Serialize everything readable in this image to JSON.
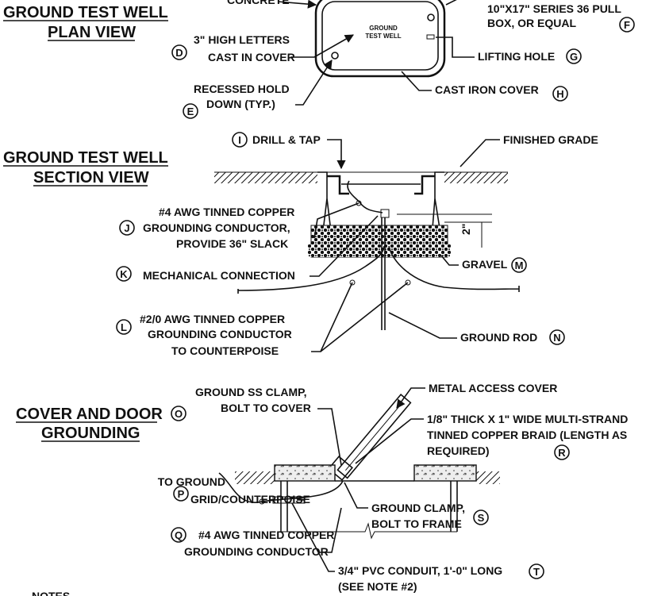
{
  "plan": {
    "title_line1": "GROUND TEST WELL",
    "title_line2": "PLAN VIEW",
    "concrete": "CONCRETE",
    "pull_box_line1": "10\"X17\" SERIES 36 PULL",
    "pull_box_line2": "BOX, OR EQUAL",
    "tag_f": "F",
    "cover_text_line1": "GROUND",
    "cover_text_line2": "TEST WELL",
    "letters_line1": "3\" HIGH LETTERS",
    "letters_line2": "CAST IN COVER",
    "tag_d": "D",
    "lifting_hole": "LIFTING HOLE",
    "tag_g": "G",
    "recessed_line1": "RECESSED HOLD",
    "recessed_line2": "DOWN (TYP.)",
    "tag_e": "E",
    "cast_iron": "CAST IRON COVER",
    "tag_h": "H"
  },
  "section": {
    "title_line1": "GROUND TEST WELL",
    "title_line2": "SECTION VIEW",
    "drill_tap": "DRILL & TAP",
    "tag_i": "I",
    "finished_grade": "FINISHED GRADE",
    "awg4_line1": "#4 AWG TINNED COPPER",
    "awg4_line2": "GROUNDING CONDUCTOR,",
    "awg4_line3": "PROVIDE 36\" SLACK",
    "tag_j": "J",
    "dim_2": "2\"",
    "gravel": "GRAVEL",
    "tag_m": "M",
    "mech_conn": "MECHANICAL CONNECTION",
    "tag_k": "K",
    "awg20_line1": "#2/0  AWG TINNED COPPER",
    "awg20_line2": "GROUNDING CONDUCTOR",
    "awg20_line3": "TO COUNTERPOISE",
    "tag_l": "L",
    "ground_rod": "GROUND ROD",
    "tag_n": "N"
  },
  "cover": {
    "title_line1": "COVER AND DOOR",
    "title_line2": "GROUNDING",
    "metal_access": "METAL ACCESS COVER",
    "ss_clamp_line1": "GROUND SS CLAMP,",
    "ss_clamp_line2": "BOLT TO COVER",
    "tag_o": "O",
    "braid_line1": "1/8\" THICK X 1\" WIDE MULTI-STRAND",
    "braid_line2": "TINNED COPPER BRAID (LENGTH AS",
    "braid_line3": "REQUIRED)",
    "tag_r": "R",
    "to_ground_line1": "TO GROUND",
    "to_ground_line2": "GRID/COUNTERPOISE",
    "tag_p": "P",
    "clamp_frame_line1": "GROUND CLAMP,",
    "clamp_frame_line2": "BOLT TO FRAME",
    "tag_s": "S",
    "awg4_line1": "#4 AWG TINNED COPPER",
    "awg4_line2": "GROUNDING CONDUCTOR",
    "tag_q": "Q",
    "pvc_line1": "3/4\" PVC CONDUIT, 1'-0\" LONG",
    "pvc_line2": "(SEE NOTE #2)",
    "tag_t": "T"
  },
  "notes_heading": "NOTES"
}
